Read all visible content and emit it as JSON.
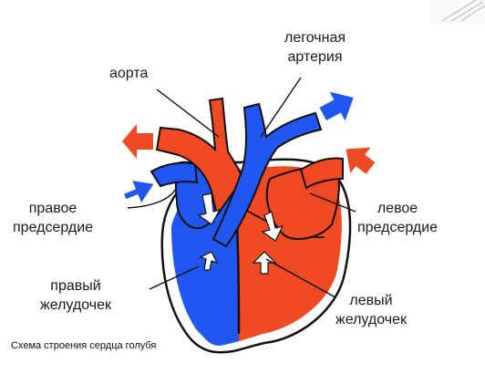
{
  "labels": {
    "pulmonary_artery": [
      "легочная",
      "артерия"
    ],
    "aorta": "аорта",
    "right_atrium": [
      "правое",
      "предсердие"
    ],
    "left_atrium": [
      "левое",
      "предсердие"
    ],
    "right_ventricle": [
      "правый",
      "желудочек"
    ],
    "left_ventricle": [
      "левый",
      "желудочек"
    ]
  },
  "caption": "Схема строения сердца голубя",
  "colors": {
    "oxygenated": "#ef4a23",
    "deoxygenated": "#1f57f0",
    "outline": "#111111",
    "arrow_white": "#ffffff"
  },
  "icons": [
    "arrow-right-icon",
    "arrow-left-icon",
    "arrow-down-icon",
    "arrow-up-icon"
  ]
}
